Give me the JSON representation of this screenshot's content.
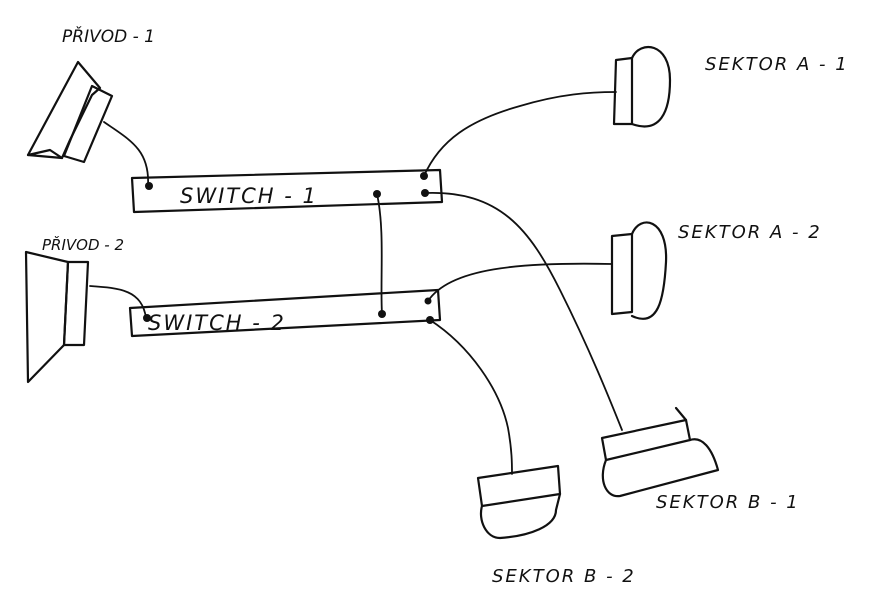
{
  "labels": {
    "privod_1": "PŘIVOD - 1",
    "privod_2": "PŘIVOD - 2",
    "switch_1": "SWITCH - 1",
    "switch_2": "SWITCH - 2",
    "sektor_a1": "SEKTOR A - 1",
    "sektor_a2": "SEKTOR A - 2",
    "sektor_b1": "SEKTOR B - 1",
    "sektor_b2": "SEKTOR B - 2"
  },
  "colors": {
    "ink": "#111111",
    "paper": "#ffffff"
  }
}
